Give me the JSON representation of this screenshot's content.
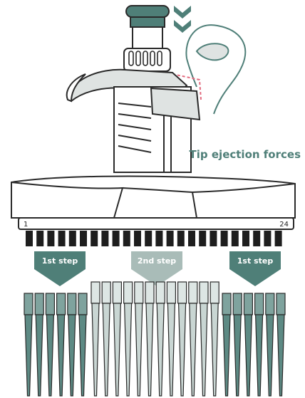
{
  "caption": "Tip ejection forces",
  "colors": {
    "accent": "#4f7f78",
    "accent_light": "#a9bcb8",
    "outline": "#2a2a2a",
    "body_fill": "#ffffff",
    "lever_fill": "#dfe3e2",
    "highlight": "#e26a7e",
    "tip_dark": "#5d8a84",
    "tip_dark_top": "#7fa39e",
    "tip_light": "#c9d6d3",
    "tip_light_top": "#dde6e4"
  },
  "channels": {
    "first": "1",
    "last": "24",
    "count": 24
  },
  "steps": [
    {
      "label": "1st step",
      "tone": "dark"
    },
    {
      "label": "2nd step",
      "tone": "light"
    },
    {
      "label": "1st step",
      "tone": "dark"
    }
  ],
  "icons": {
    "direction": "double-chevron-down-icon",
    "thumb": "thumb-press-icon"
  }
}
